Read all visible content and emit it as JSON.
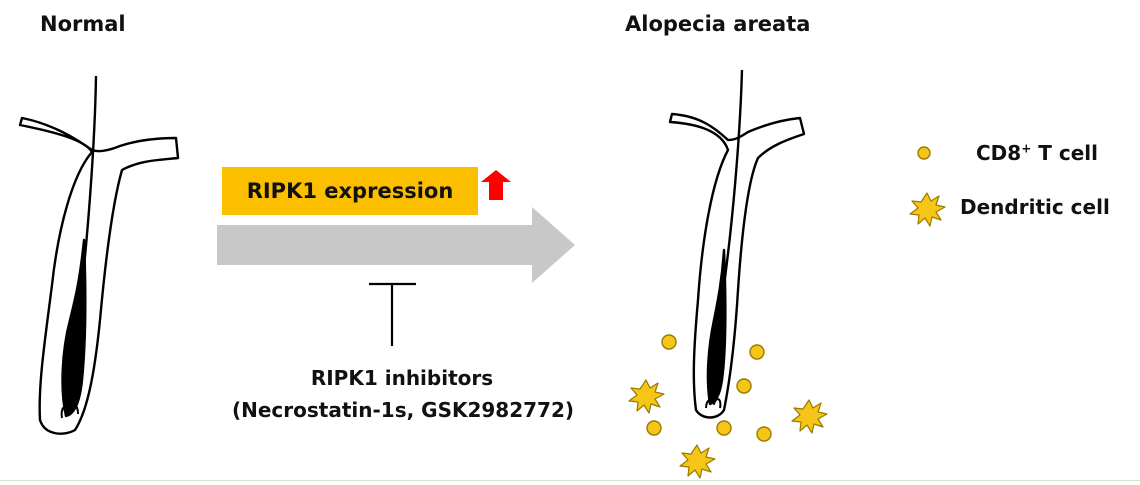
{
  "panels": {
    "left_title": "Normal",
    "right_title": "Alopecia areata"
  },
  "process": {
    "expression_label": "RIPK1 expression",
    "inhibitor_title": "RIPK1 inhibitors",
    "inhibitor_examples": "(Necrostatin-1s, GSK2982772)"
  },
  "legend": {
    "cd8_main": "CD8",
    "cd8_sup": "+",
    "cd8_rest": " T cell",
    "dendritic": "Dendritic cell"
  },
  "colors": {
    "expression_box": "#FBBF00",
    "flow_arrow": "#C8C8C8",
    "up_arrow": "#FF0000",
    "cell_fill": "#F5C518",
    "cell_stroke": "#9A7A00"
  }
}
